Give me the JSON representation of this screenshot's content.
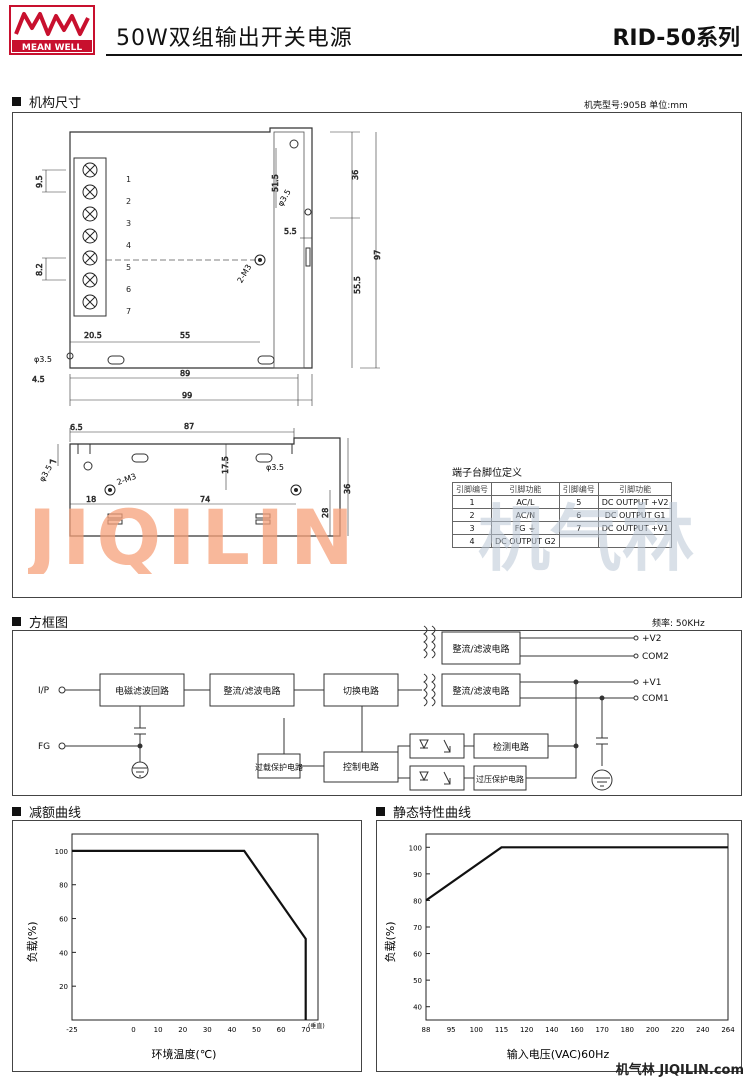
{
  "header": {
    "brand_text": "MEAN WELL",
    "doc_title": "50W双组输出开关电源",
    "series_title": "RID-50系列"
  },
  "section_mech": {
    "title": "机构尺寸",
    "case_note": "机壳型号:905B 单位:mm"
  },
  "top_view": {
    "dims": {
      "d9_5": "9.5",
      "d8_2": "8.2",
      "d51_5": "51.5",
      "d36": "36",
      "d97": "97",
      "d55_5": "55.5",
      "d5_5": "5.5",
      "d20_5": "20.5",
      "d55": "55",
      "d4_5": "4.5",
      "d89": "89",
      "d99": "99"
    },
    "hole_a": "φ3.5",
    "hole_b": "φ3.5",
    "screw": "2-M3",
    "pins": [
      "1",
      "2",
      "3",
      "4",
      "5",
      "6",
      "7"
    ]
  },
  "side_view": {
    "dims": {
      "d6_5": "6.5",
      "d87": "87",
      "d7": "7",
      "d17_5": "17.5",
      "d28": "28",
      "d36": "36",
      "d18": "18",
      "d74": "74"
    },
    "hole_a": "φ3.5",
    "hole_b": "φ3.5",
    "screw": "2-M3"
  },
  "pin_table": {
    "title": "端子台脚位定义",
    "headers": [
      "引脚编号",
      "引脚功能",
      "引脚编号",
      "引脚功能"
    ],
    "rows": [
      [
        "1",
        "AC/L",
        "5",
        "DC OUTPUT +V2"
      ],
      [
        "2",
        "AC/N",
        "6",
        "DC OUTPUT G1"
      ],
      [
        "3",
        "FG ⏚",
        "7",
        "DC OUTPUT +V1"
      ],
      [
        "4",
        "DC OUTPUT G2",
        "",
        ""
      ]
    ]
  },
  "watermark": {
    "latin": "JIQILIN",
    "cjk": "机气林"
  },
  "section_block": {
    "title": "方框图",
    "freq": "频率: 50KHz",
    "blocks": {
      "emi": "电磁滤波回路",
      "rect1": "整流/滤波电路",
      "switch": "切换电路",
      "rect_v2": "整流/滤波电路",
      "rect_v1": "整流/滤波电路",
      "detect": "检测电路",
      "control": "控制电路",
      "olp": "过载保护电路",
      "ovp": "过压保护电路"
    },
    "labels": {
      "ip": "I/P",
      "fg": "FG",
      "v2": "+V2",
      "com2": "COM2",
      "v1": "+V1",
      "com1": "COM1"
    }
  },
  "section_derating": {
    "title": "减额曲线"
  },
  "section_static": {
    "title": "静态特性曲线"
  },
  "chart_data": [
    {
      "type": "line",
      "title": "",
      "xlabel": "环境温度(℃)",
      "ylabel": "负载(%)",
      "x_ticks": [
        "-25",
        "0",
        "10",
        "20",
        "30",
        "40",
        "50",
        "60",
        "70"
      ],
      "y_ticks": [
        "20",
        "40",
        "60",
        "80",
        "100"
      ],
      "x_note": "(垂直)",
      "xlim": [
        -25,
        75
      ],
      "ylim": [
        0,
        110
      ],
      "series": [
        {
          "x": [
            -25,
            45,
            70,
            70
          ],
          "y": [
            100,
            100,
            48,
            0
          ]
        }
      ]
    },
    {
      "type": "line",
      "title": "",
      "xlabel": "输入电压(VAC)60Hz",
      "ylabel": "负载(%)",
      "x_ticks": [
        "88",
        "95",
        "100",
        "115",
        "120",
        "140",
        "160",
        "170",
        "180",
        "200",
        "220",
        "240",
        "264"
      ],
      "y_ticks": [
        "40",
        "50",
        "60",
        "70",
        "80",
        "90",
        "100"
      ],
      "ylim": [
        35,
        105
      ],
      "series": [
        {
          "x": [
            88,
            115,
            264
          ],
          "y": [
            80,
            100,
            100
          ]
        }
      ]
    }
  ],
  "footer": {
    "site_cjk": "机气林",
    "site_url": "JIQILIN.com"
  }
}
